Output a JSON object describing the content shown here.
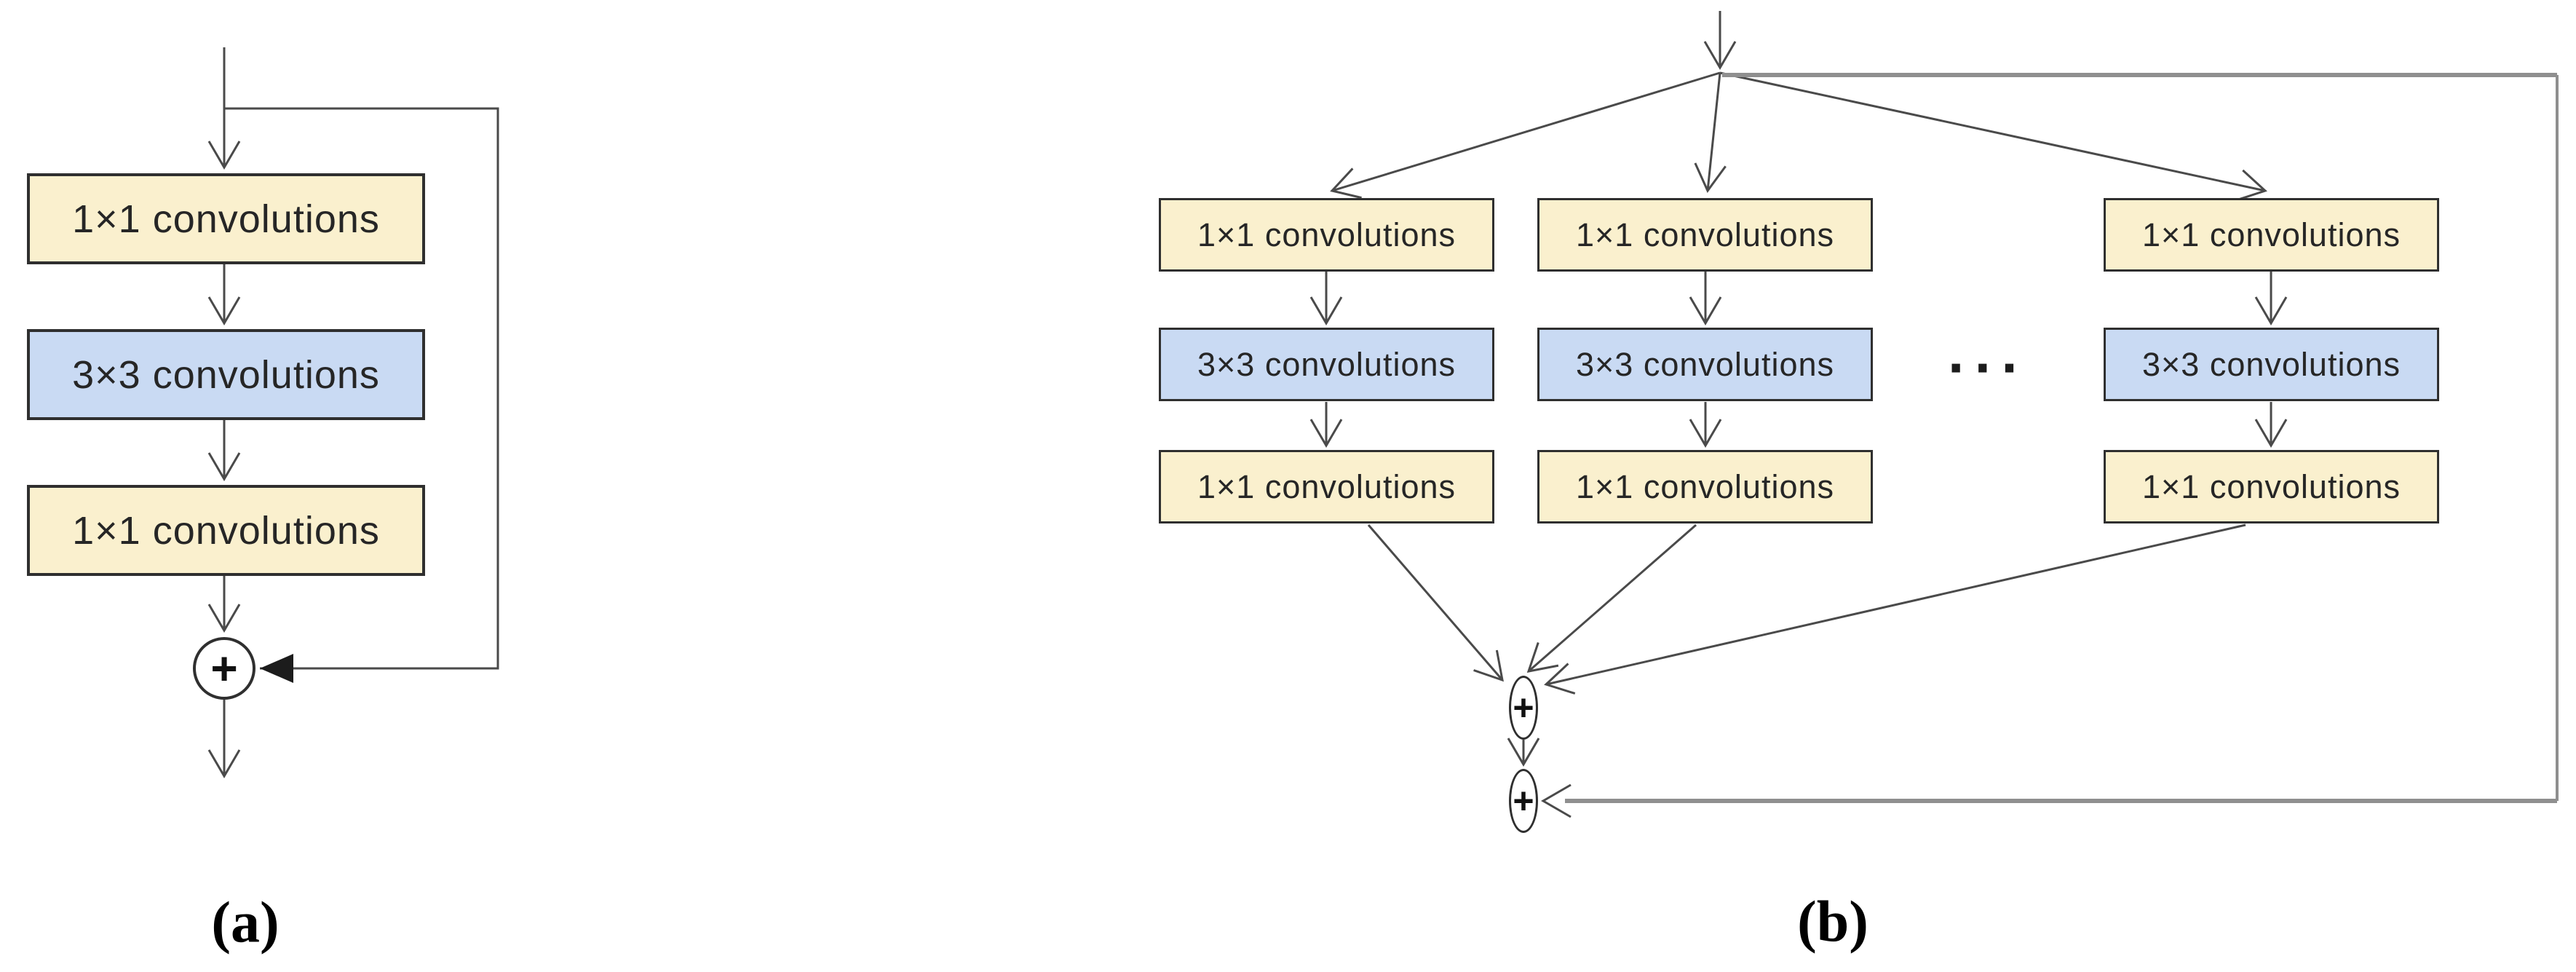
{
  "figure": {
    "blocks": {
      "conv1x1": "1×1 convolutions",
      "conv3x3": "3×3 convolutions"
    },
    "panel_a": {
      "label": "(a)",
      "operator": "+"
    },
    "panel_b": {
      "label": "(b)",
      "operator_sum1": "+",
      "operator_sum2": "+",
      "ellipsis": "···"
    },
    "colors": {
      "block_1x1_fill": "#faf0ce",
      "block_3x3_fill": "#c9daf3",
      "block_border": "#2f2f2f",
      "connector": "#4a4a4a",
      "skip_connector_gray": "#8f8f8f",
      "text": "#262626"
    }
  }
}
